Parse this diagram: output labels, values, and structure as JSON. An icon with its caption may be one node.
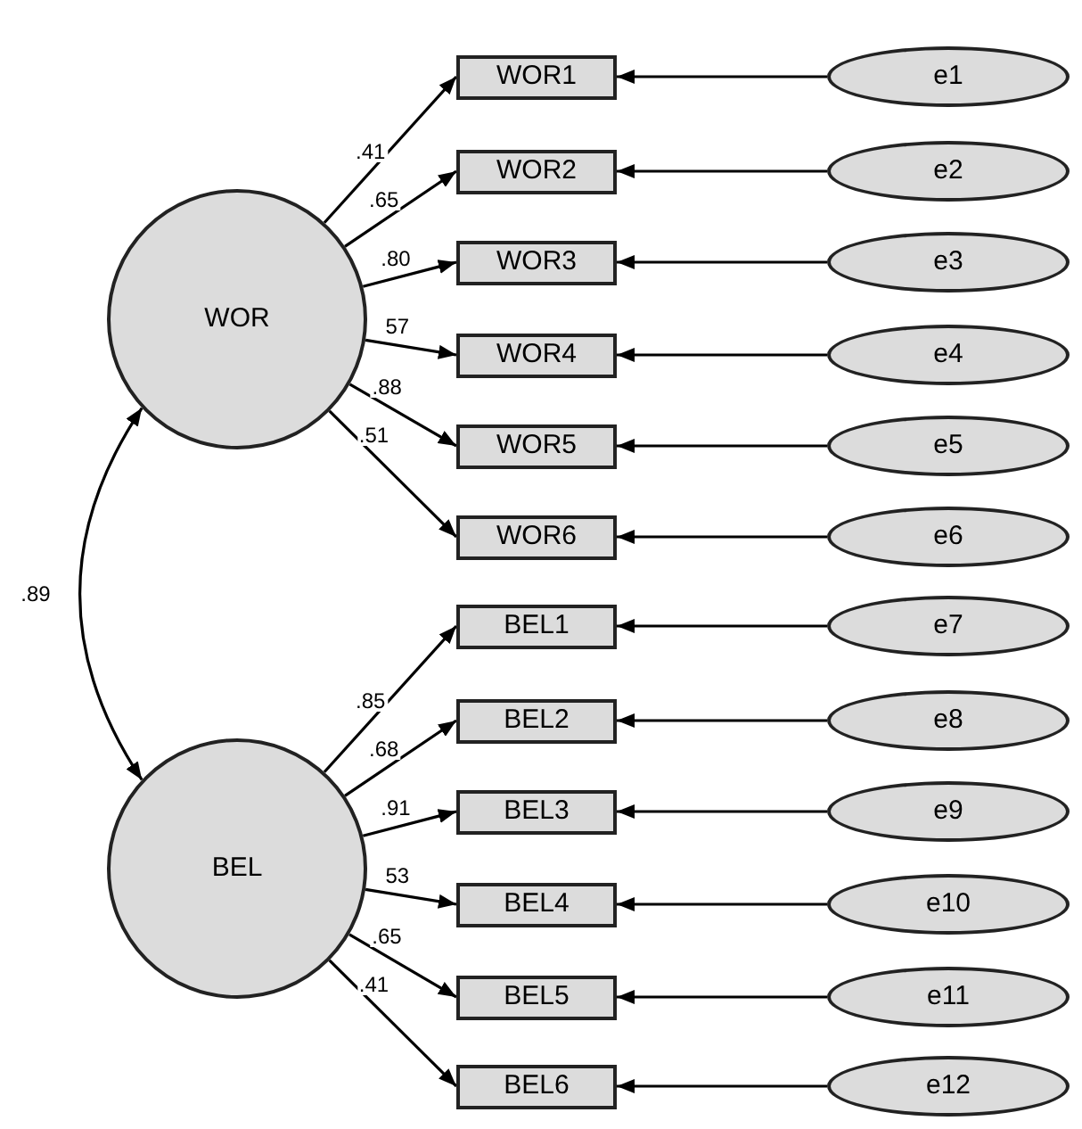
{
  "diagram": {
    "nodes": [
      {
        "text": [
          "WOR"
        ]
      },
      {
        "text": [
          "BEL"
        ]
      },
      {
        "text": [
          "WOR1"
        ]
      },
      {
        "text": [
          "WOR2"
        ]
      },
      {
        "text": [
          "WOR3"
        ]
      },
      {
        "text": [
          "WOR4"
        ]
      },
      {
        "text": [
          "WOR5"
        ]
      },
      {
        "text": [
          "WOR6"
        ]
      },
      {
        "text": [
          "BEL1"
        ]
      },
      {
        "text": [
          "BEL2"
        ]
      },
      {
        "text": [
          "BEL3"
        ]
      },
      {
        "text": [
          "BEL4"
        ]
      },
      {
        "text": [
          "BEL5"
        ]
      },
      {
        "text": [
          "BEL6"
        ]
      },
      {
        "text": [
          "e1"
        ]
      },
      {
        "text": [
          "e2"
        ]
      },
      {
        "text": [
          "e3"
        ]
      },
      {
        "text": [
          "e4"
        ]
      },
      {
        "text": [
          "e5"
        ]
      },
      {
        "text": [
          "e6"
        ]
      },
      {
        "text": [
          "e7"
        ]
      },
      {
        "text": [
          "e8"
        ]
      },
      {
        "text": [
          "e9"
        ]
      },
      {
        "text": [
          "e10"
        ]
      },
      {
        "text": [
          "e11"
        ]
      },
      {
        "text": [
          "e12"
        ]
      }
    ],
    "edges": [
      {
        "from": 0,
        "to": 1,
        "arrow": "both",
        "label": ".89"
      },
      {
        "from": 0,
        "to": 2,
        "arrow": "to",
        "label": ".41"
      },
      {
        "from": 0,
        "to": 3,
        "arrow": "to",
        "label": ".65"
      },
      {
        "from": 0,
        "to": 4,
        "arrow": "to",
        "label": ".80"
      },
      {
        "from": 0,
        "to": 5,
        "arrow": "to",
        "label": "57"
      },
      {
        "from": 0,
        "to": 6,
        "arrow": "to",
        "label": ".88"
      },
      {
        "from": 0,
        "to": 7,
        "arrow": "to",
        "label": ".51"
      },
      {
        "from": 1,
        "to": 8,
        "arrow": "to",
        "label": ".85"
      },
      {
        "from": 1,
        "to": 9,
        "arrow": "to",
        "label": ".68"
      },
      {
        "from": 1,
        "to": 10,
        "arrow": "to",
        "label": ".91"
      },
      {
        "from": 1,
        "to": 11,
        "arrow": "to",
        "label": "53"
      },
      {
        "from": 1,
        "to": 12,
        "arrow": "to",
        "label": ".65"
      },
      {
        "from": 1,
        "to": 13,
        "arrow": "to",
        "label": ".41"
      },
      {
        "from": 14,
        "to": 2,
        "arrow": "to"
      },
      {
        "from": 15,
        "to": 3,
        "arrow": "to"
      },
      {
        "from": 16,
        "to": 4,
        "arrow": "to"
      },
      {
        "from": 17,
        "to": 5,
        "arrow": "to"
      },
      {
        "from": 18,
        "to": 6,
        "arrow": "to"
      },
      {
        "from": 19,
        "to": 7,
        "arrow": "to"
      },
      {
        "from": 20,
        "to": 8,
        "arrow": "to"
      },
      {
        "from": 21,
        "to": 9,
        "arrow": "to"
      },
      {
        "from": 22,
        "to": 10,
        "arrow": "to"
      },
      {
        "from": 23,
        "to": 11,
        "arrow": "to"
      },
      {
        "from": 24,
        "to": 12,
        "arrow": "to"
      },
      {
        "from": 25,
        "to": 13,
        "arrow": "to"
      }
    ]
  }
}
